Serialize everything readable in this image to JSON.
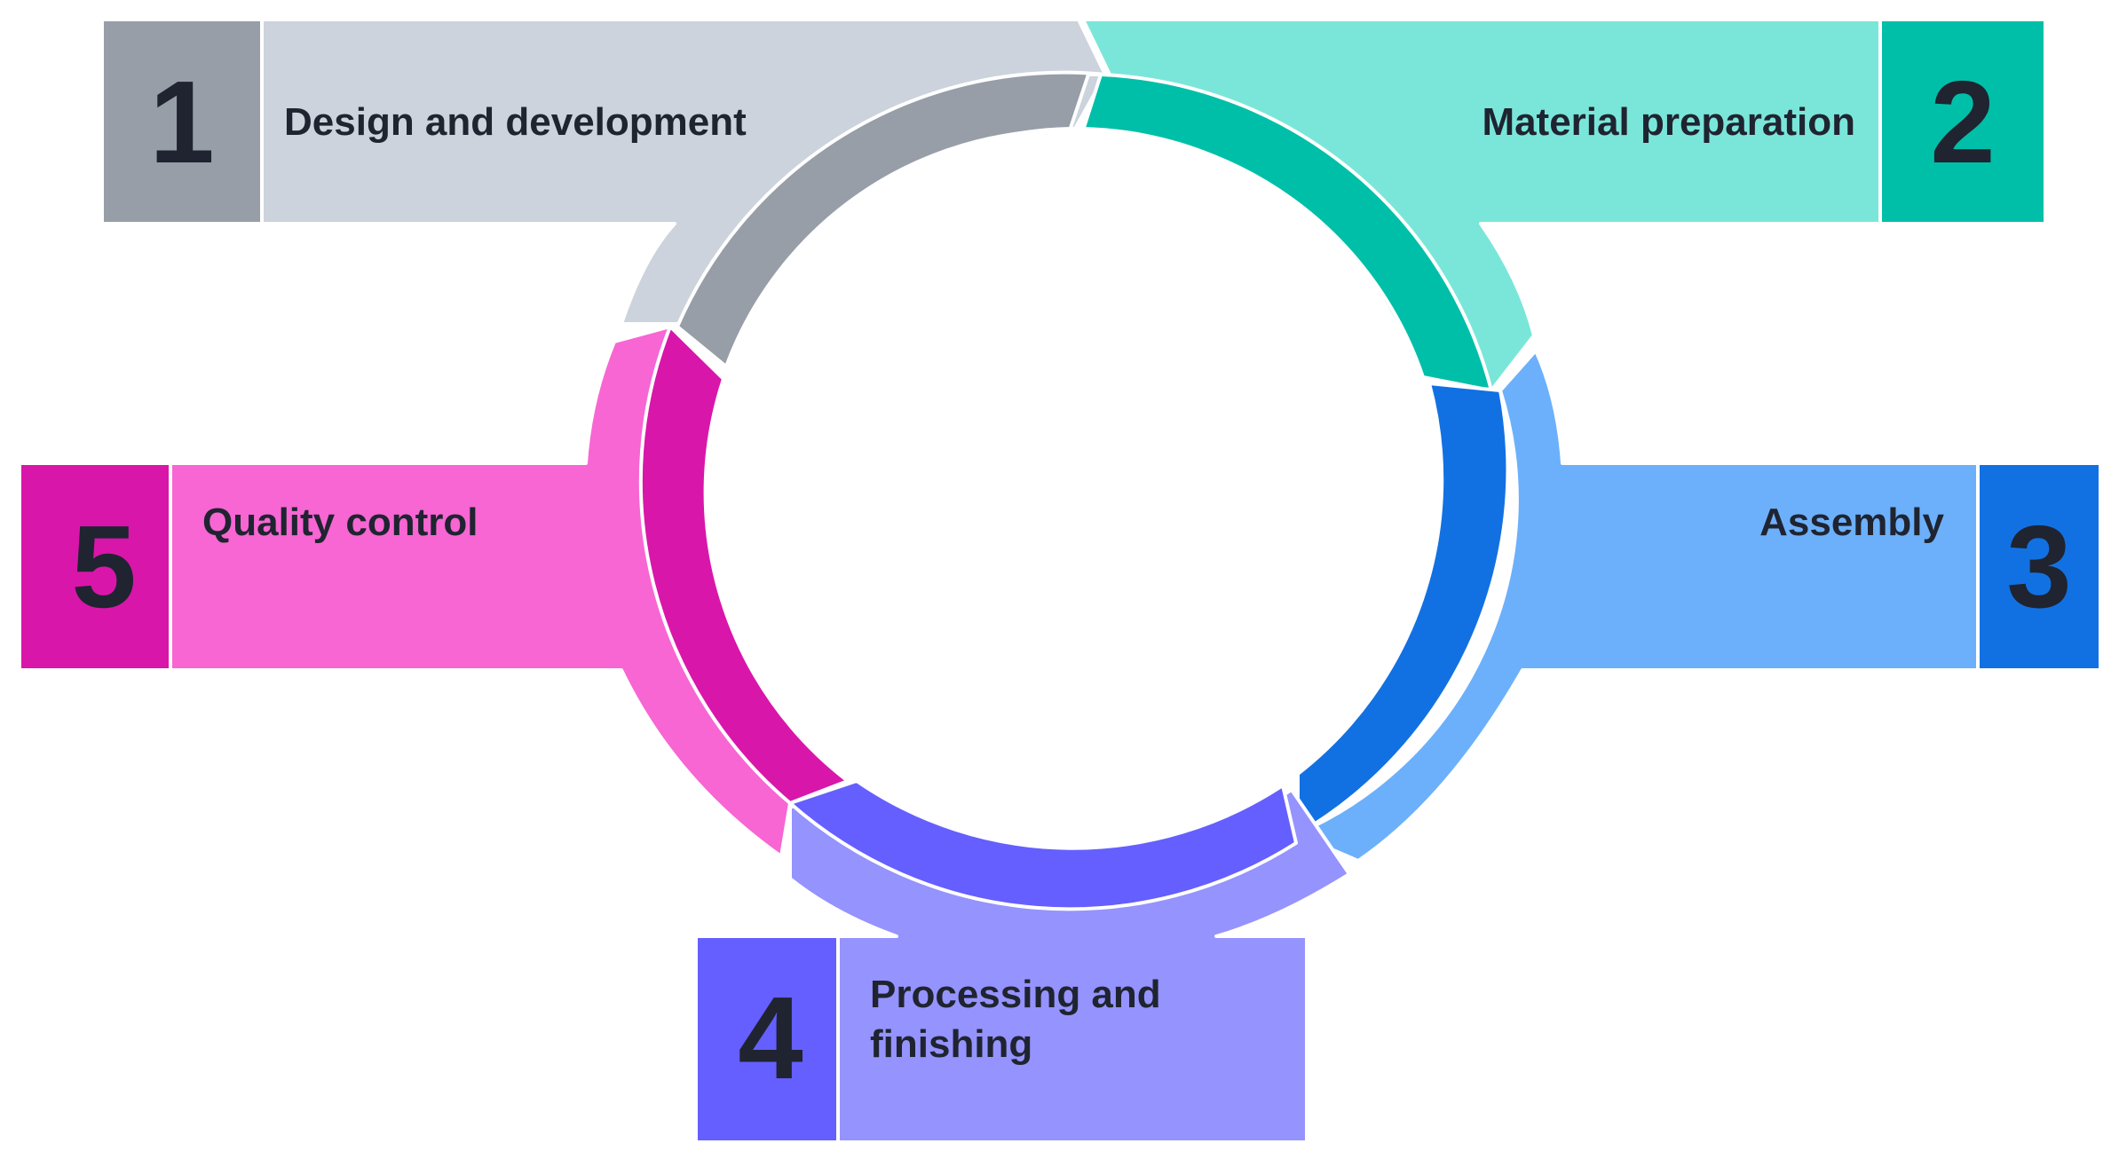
{
  "diagram": {
    "steps": [
      {
        "number": "1",
        "label_lines": [
          "Design and development"
        ],
        "light": "#ccd3dc",
        "dark": "#979ea8"
      },
      {
        "number": "2",
        "label_lines": [
          "Material preparation"
        ],
        "light": "#7ae6d9",
        "dark": "#00bfa9"
      },
      {
        "number": "3",
        "label_lines": [
          "Assembly"
        ],
        "light": "#6cb0fb",
        "dark": "#1271e2"
      },
      {
        "number": "4",
        "label_lines": [
          "Processing and",
          "finishing"
        ],
        "light": "#9593fd",
        "dark": "#645ffe"
      },
      {
        "number": "5",
        "label_lines": [
          "Quality control"
        ],
        "light": "#f766d3",
        "dark": "#d916aa"
      }
    ]
  }
}
